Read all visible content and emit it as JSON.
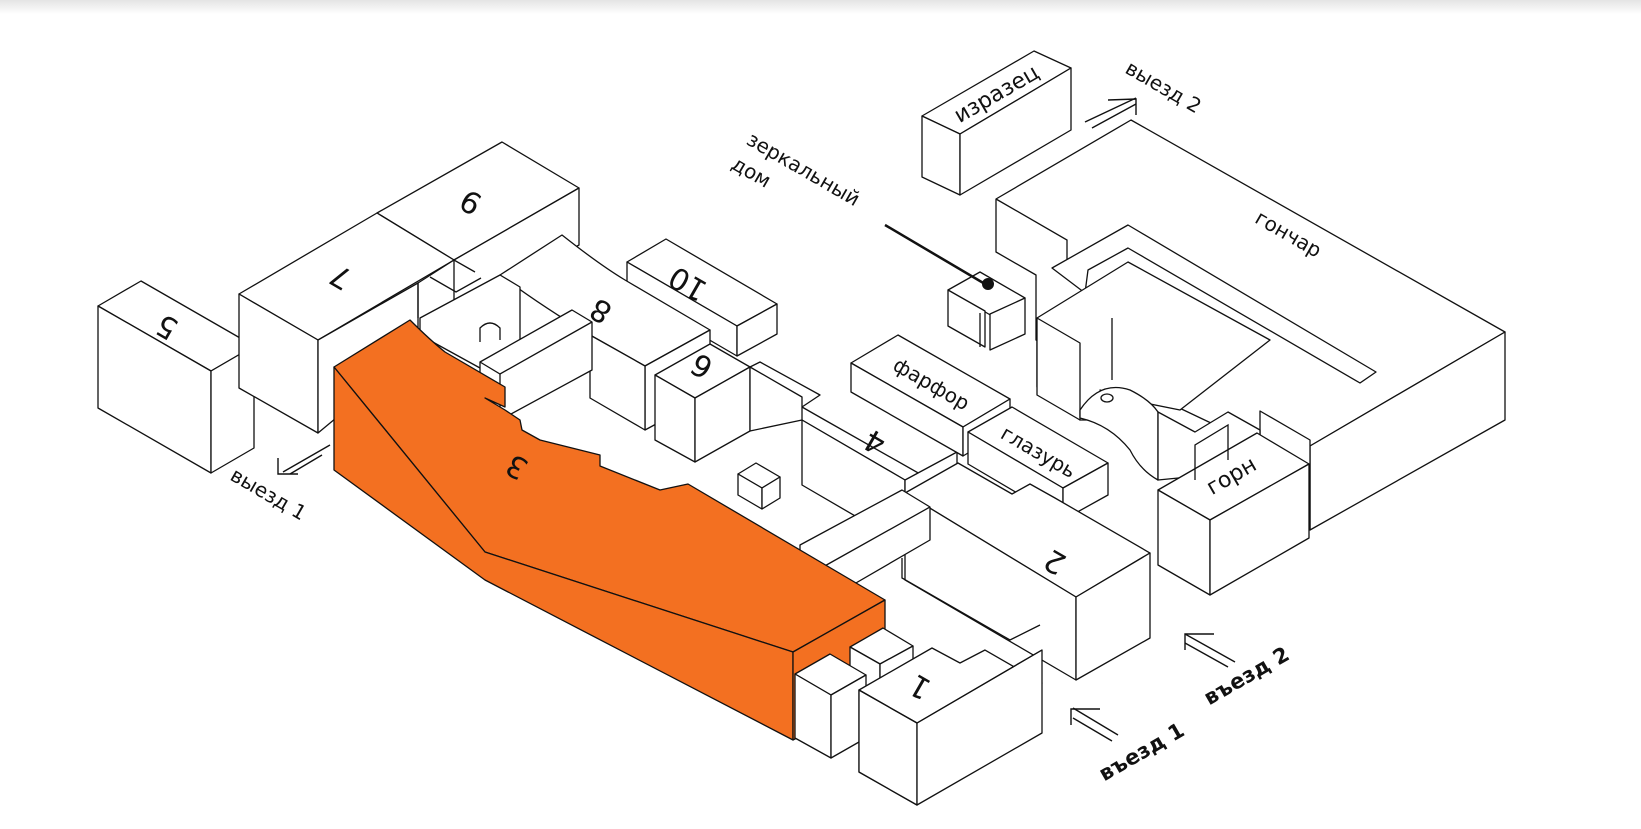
{
  "map": {
    "highlight_color": "#f37021",
    "highlighted_building": "3",
    "buildings": [
      {
        "id": "1",
        "label": "1"
      },
      {
        "id": "2",
        "label": "2"
      },
      {
        "id": "3",
        "label": "3"
      },
      {
        "id": "4",
        "label": "4"
      },
      {
        "id": "5",
        "label": "5"
      },
      {
        "id": "6",
        "label": "6"
      },
      {
        "id": "7",
        "label": "7"
      },
      {
        "id": "8",
        "label": "8"
      },
      {
        "id": "9",
        "label": "9"
      },
      {
        "id": "10",
        "label": "10"
      }
    ],
    "named_buildings": {
      "izrazets": "изразец",
      "gonchar": "гончар",
      "farfor": "фарфор",
      "glazur": "глазурь",
      "gorn": "горн"
    },
    "landmark": {
      "line1": "зеркальный",
      "line2": "дом"
    },
    "exits": {
      "exit1": "выезд 1",
      "exit2": "выезд 2"
    },
    "entries": {
      "entry1": "въезд 1",
      "entry2": "въезд 2"
    }
  }
}
